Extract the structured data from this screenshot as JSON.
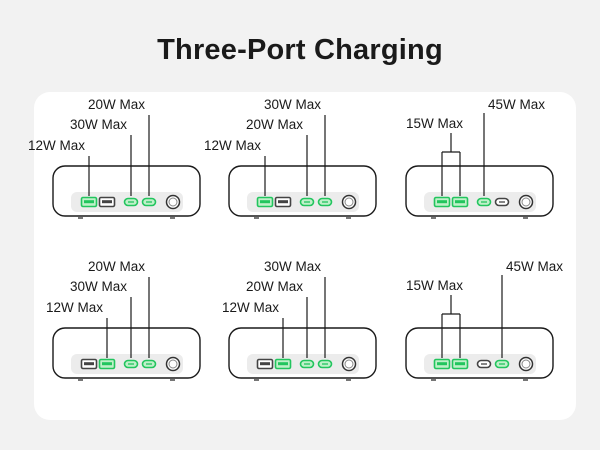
{
  "title": "Three-Port Charging",
  "colors": {
    "active_port": "#22c55e",
    "active_fill": "#bff0c9",
    "line": "#1a1a1a"
  },
  "configurations": [
    {
      "row": 0,
      "col": 0,
      "device": "two-usb-a-two-usb-c-round",
      "active_ports": [
        0,
        2,
        3
      ],
      "labels": [
        {
          "text": "12W Max",
          "port": [
            0
          ]
        },
        {
          "text": "30W Max",
          "port": [
            2
          ]
        },
        {
          "text": "20W Max",
          "port": [
            3
          ]
        }
      ]
    },
    {
      "row": 0,
      "col": 1,
      "device": "two-usb-a-two-usb-c-round",
      "active_ports": [
        0,
        2,
        3
      ],
      "labels": [
        {
          "text": "12W Max",
          "port": [
            0
          ]
        },
        {
          "text": "20W Max",
          "port": [
            2
          ]
        },
        {
          "text": "30W Max",
          "port": [
            3
          ]
        }
      ]
    },
    {
      "row": 0,
      "col": 2,
      "device": "two-usb-a-two-usb-c-round",
      "active_ports": [
        0,
        1,
        2
      ],
      "labels": [
        {
          "text": "15W Max",
          "port": [
            0,
            1
          ]
        },
        {
          "text": "45W Max",
          "port": [
            2
          ]
        }
      ]
    },
    {
      "row": 1,
      "col": 0,
      "device": "two-usb-a-two-usb-c-round",
      "active_ports": [
        1,
        2,
        3
      ],
      "labels": [
        {
          "text": "12W Max",
          "port": [
            1
          ]
        },
        {
          "text": "30W Max",
          "port": [
            2
          ]
        },
        {
          "text": "20W Max",
          "port": [
            3
          ]
        }
      ]
    },
    {
      "row": 1,
      "col": 1,
      "device": "two-usb-a-two-usb-c-round",
      "active_ports": [
        1,
        2,
        3
      ],
      "labels": [
        {
          "text": "12W Max",
          "port": [
            1
          ]
        },
        {
          "text": "20W Max",
          "port": [
            2
          ]
        },
        {
          "text": "30W Max",
          "port": [
            3
          ]
        }
      ]
    },
    {
      "row": 1,
      "col": 2,
      "device": "two-usb-a-two-usb-c-round",
      "active_ports": [
        0,
        1,
        3
      ],
      "labels": [
        {
          "text": "15W Max",
          "port": [
            0,
            1
          ]
        },
        {
          "text": "45W Max",
          "port": [
            3
          ]
        }
      ]
    }
  ]
}
